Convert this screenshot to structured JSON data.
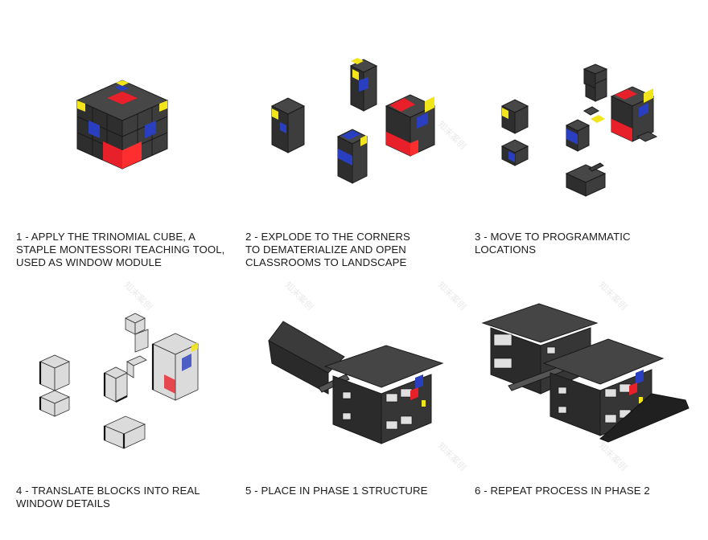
{
  "steps": [
    {
      "caption": "1 -  APPLY THE TRINOMIAL CUBE, A\nSTAPLE MONTESSORI TEACHING TOOL,\nUSED AS WINDOW MODULE"
    },
    {
      "caption": "2 - EXPLODE TO THE CORNERS\nTO DEMATERIALIZE AND OPEN\nCLASSROOMS TO LANDSCAPE"
    },
    {
      "caption": "3 - MOVE TO PROGRAMMATIC\nLOCATIONS"
    },
    {
      "caption": "4 - TRANSLATE BLOCKS INTO REAL\nWINDOW DETAILS"
    },
    {
      "caption": "5 - PLACE IN PHASE 1 STRUCTURE"
    },
    {
      "caption": "6 - REPEAT PROCESS IN PHASE 2"
    }
  ],
  "colors": {
    "dark": "#3a3a3a",
    "red": "#e8202a",
    "blue": "#2a3fbf",
    "yellow": "#f3e51c",
    "glass": "#bdbdbd"
  },
  "watermark": "知末案例"
}
